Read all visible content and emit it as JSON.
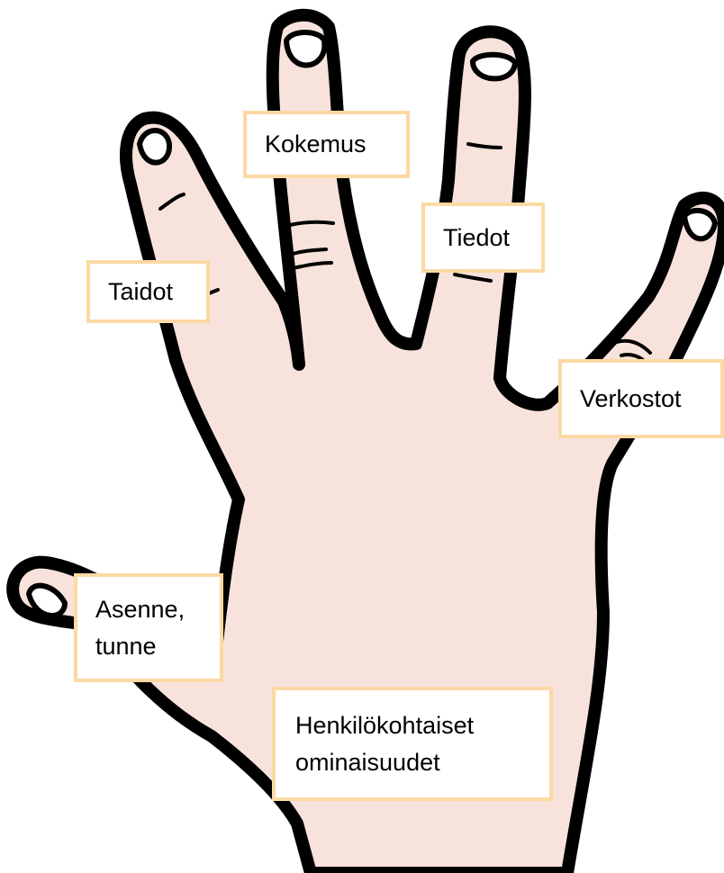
{
  "colors": {
    "skin": "#f8e3dc",
    "outline": "#000000",
    "label_border": "#fcd9a4",
    "label_background": "#ffffff"
  },
  "labels": {
    "kokemus": "Kokemus",
    "taidot": "Taidot",
    "tiedot": "Tiedot",
    "verkostot": "Verkostot",
    "asenne_line1": "Asenne,",
    "asenne_line2": "tunne",
    "henkilokohtaiset_line1": "Henkilökohtaiset",
    "henkilokohtaiset_line2": "ominaisuudet"
  }
}
